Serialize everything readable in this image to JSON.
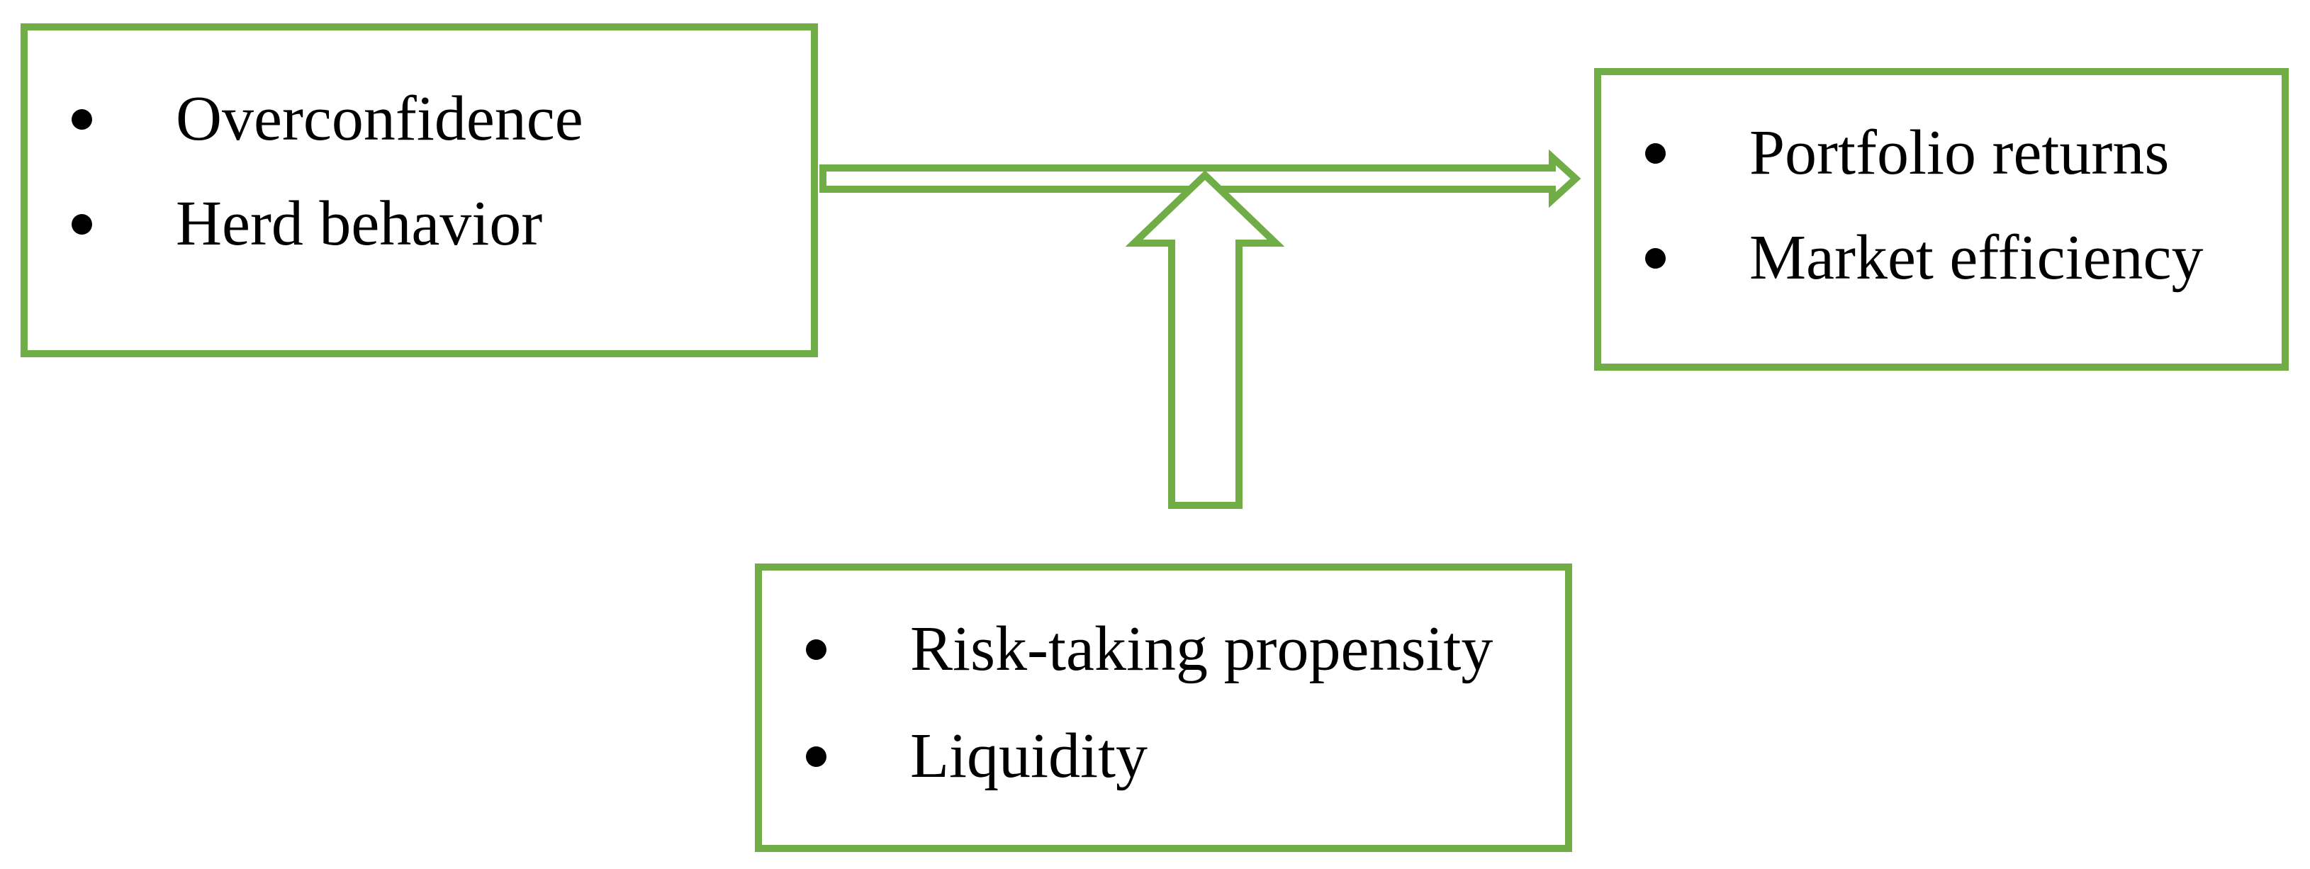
{
  "diagram_title": "",
  "accent_color": "#70AD47",
  "text_color": "#000000",
  "background_color": "#FFFFFF",
  "boxes": {
    "antecedents": {
      "items": [
        {
          "label": "Overconfidence"
        },
        {
          "label": "Herd behavior"
        }
      ]
    },
    "outcomes": {
      "items": [
        {
          "label": "Portfolio returns"
        },
        {
          "label": "Market efficiency"
        }
      ]
    },
    "mediators": {
      "items": [
        {
          "label": "Risk-taking propensity"
        },
        {
          "label": "Liquidity"
        }
      ]
    }
  },
  "arrows": {
    "horizontal": {
      "name": "right-arrow",
      "from": "antecedents-box",
      "to": "outcomes-box",
      "style": "hollow-block-arrow",
      "color": "#70AD47"
    },
    "vertical": {
      "name": "up-arrow",
      "from": "mediators-box",
      "to": "horizontal-arrow",
      "style": "hollow-block-arrow",
      "color": "#70AD47"
    }
  }
}
